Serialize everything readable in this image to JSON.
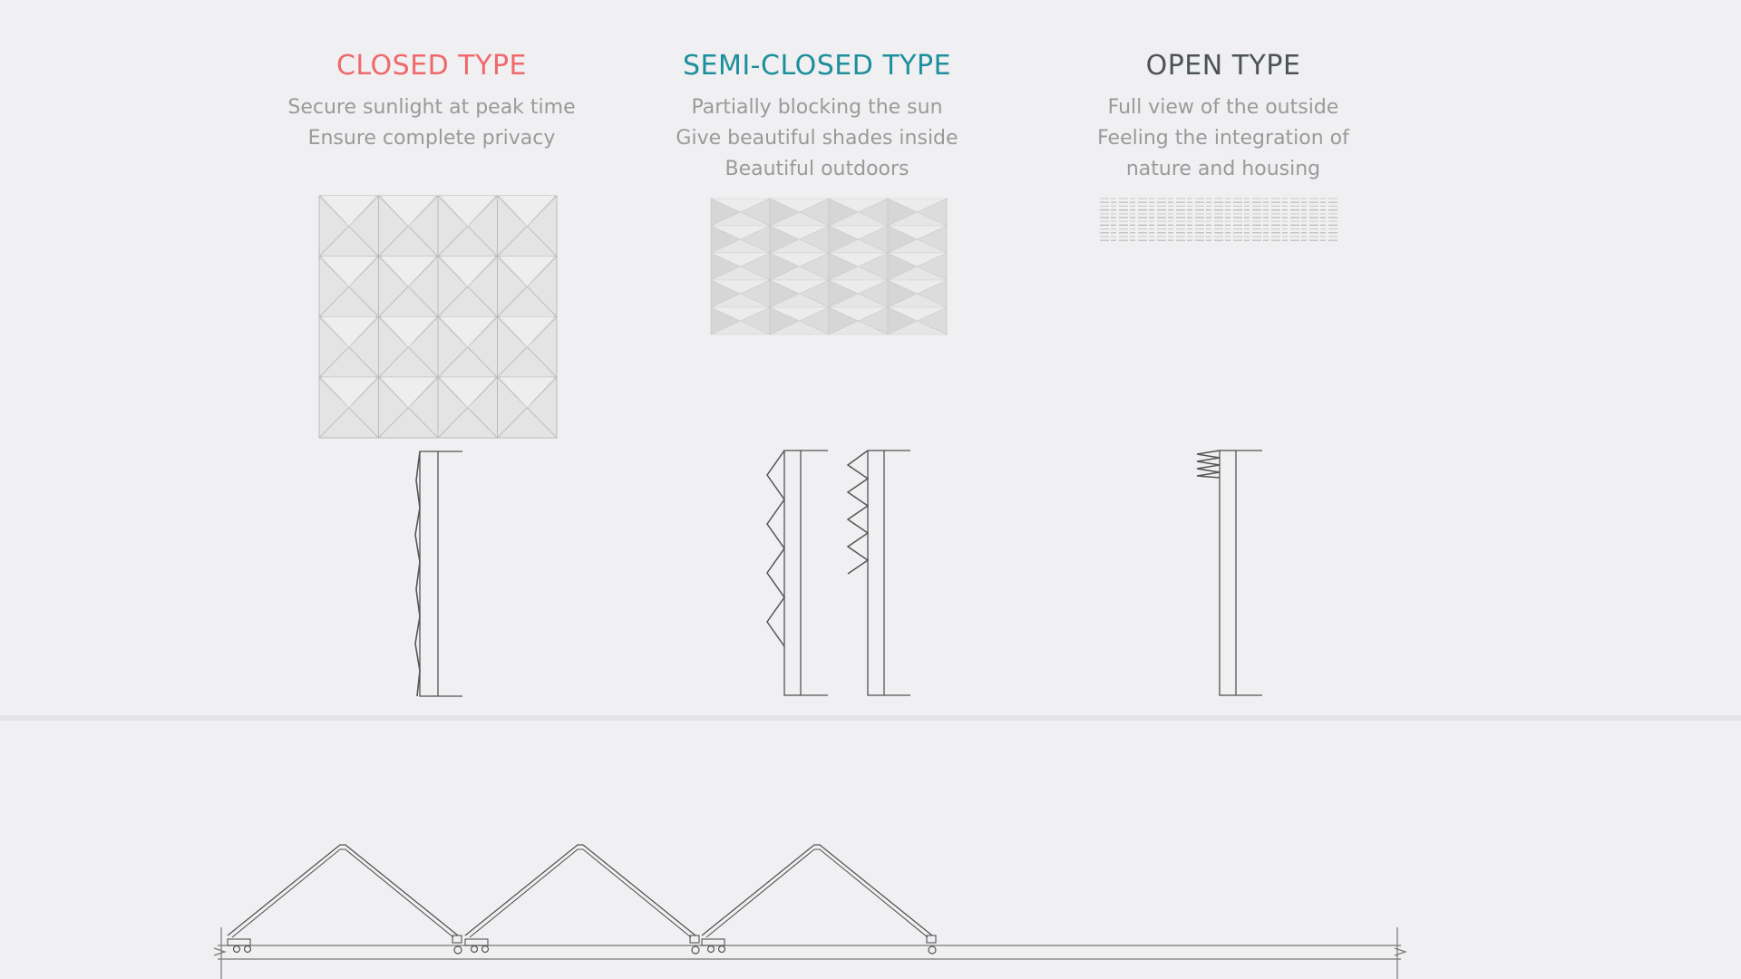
{
  "types": [
    {
      "id": "closed",
      "title": "CLOSED TYPE",
      "color": "#f0686b",
      "lines": [
        "Secure sunlight at peak time",
        "Ensure complete privacy"
      ]
    },
    {
      "id": "semi",
      "title": "SEMI-CLOSED TYPE",
      "color": "#1b8f9c",
      "lines": [
        "Partially blocking the sun",
        "Give beautiful shades inside",
        "Beautiful outdoors"
      ]
    },
    {
      "id": "open",
      "title": "OPEN TYPE",
      "color": "#4c5356",
      "lines": [
        "Full view of the outside",
        "Feeling the integration of",
        "nature and housing"
      ]
    }
  ],
  "colors": {
    "background": "#f0eff1",
    "line": "#555555",
    "panel_fill": "#e6e6e6",
    "panel_stroke": "#b5b5b5",
    "description": "#9a9a9a"
  }
}
